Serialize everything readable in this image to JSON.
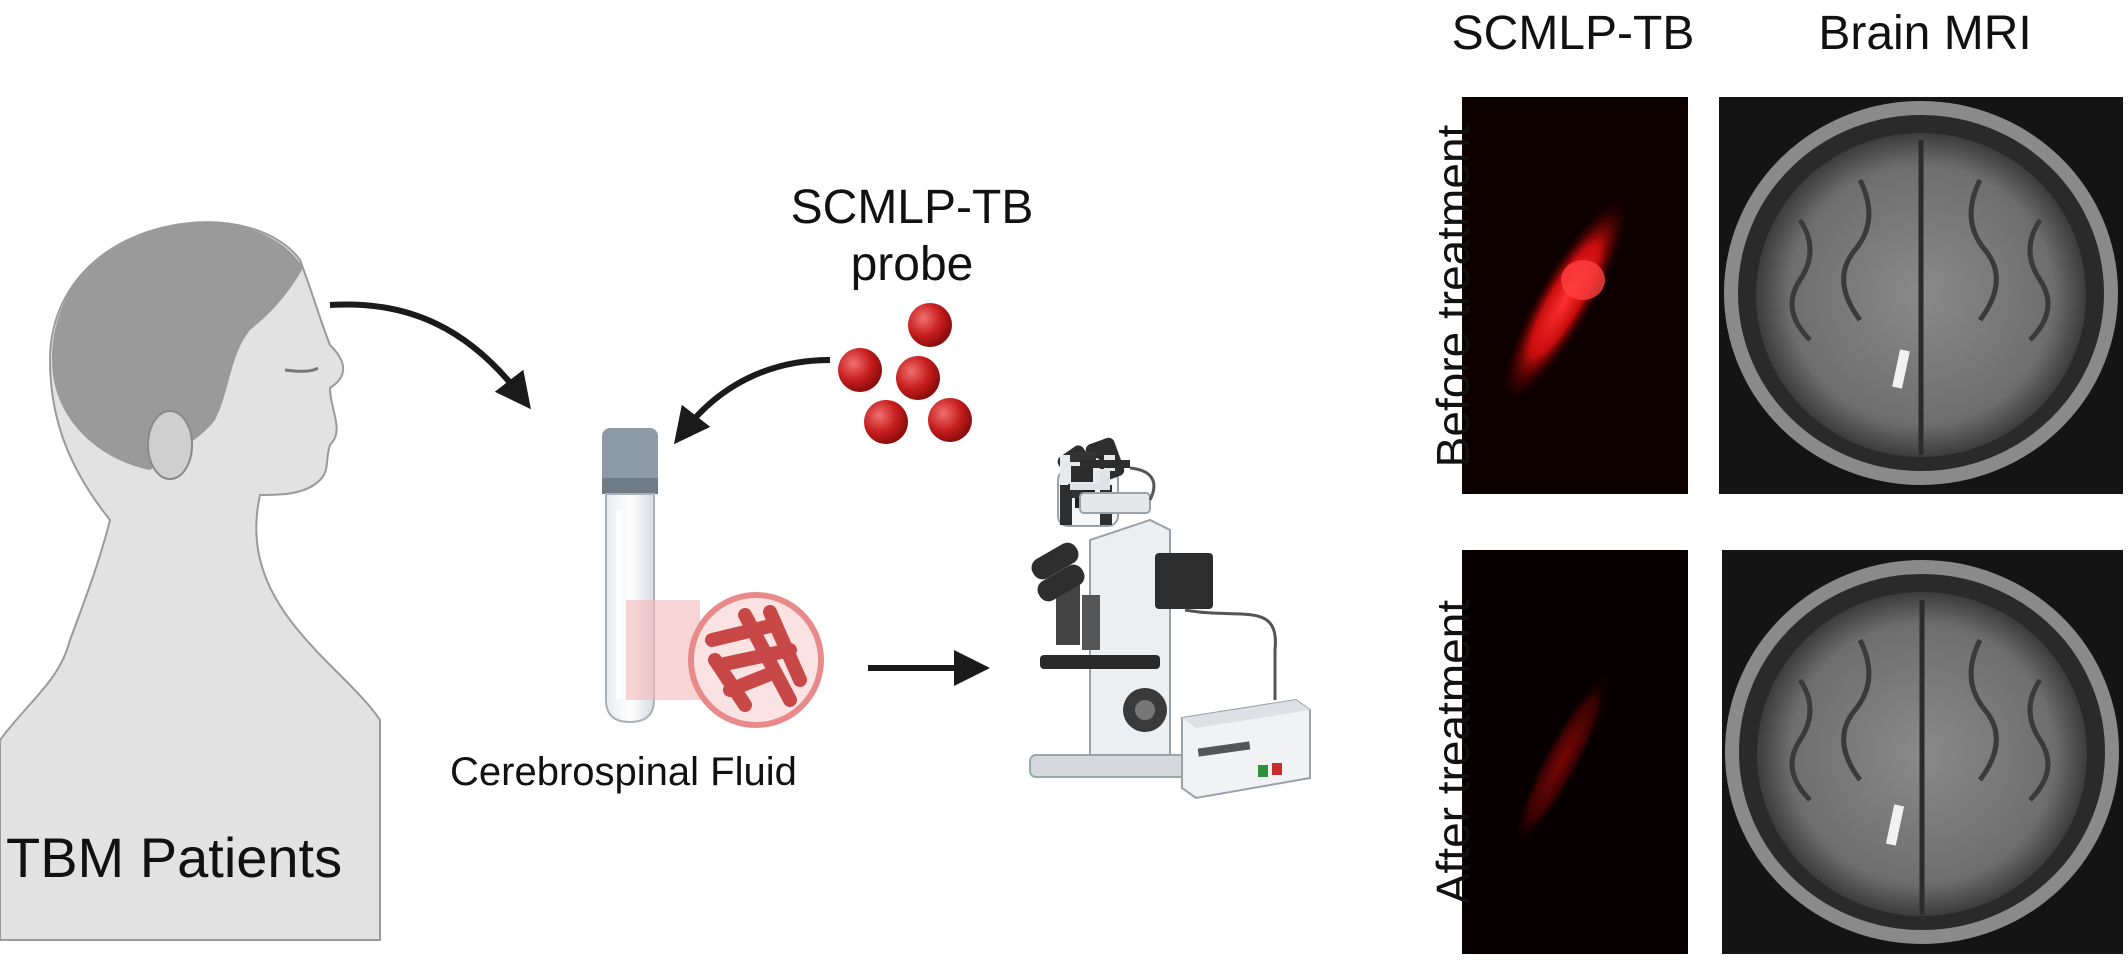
{
  "left_panel": {
    "patients_label": "TBM Patients",
    "probe_label_line1": "SCMLP-TB",
    "probe_label_line2": "probe",
    "sample_label": "Cerebrospinal Fluid"
  },
  "right_panel": {
    "column_titles": [
      "SCMLP-TB",
      "Brain MRI"
    ],
    "row_labels": [
      "Before treatment",
      "After treatment"
    ]
  },
  "colors": {
    "probe_red": "#c81e1e",
    "arrow": "#1a1a1a",
    "fluorescence": "#e01010",
    "background": "#ffffff"
  },
  "icons": [
    "person-profile-icon",
    "probe-beads-icon",
    "test-tube-icon",
    "bacteria-magnifier-icon",
    "microscope-icon"
  ]
}
